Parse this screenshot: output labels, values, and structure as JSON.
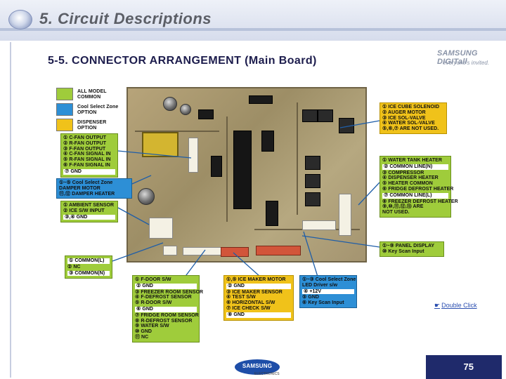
{
  "header": {
    "title": "5. Circuit Descriptions"
  },
  "section_title": "5-5. CONNECTOR ARRANGEMENT (Main Board)",
  "brand": {
    "name": "SAMSUNG DIGITall",
    "tagline": "everyone's invited."
  },
  "colors": {
    "green": "#9fcc3b",
    "blue": "#2d8fd6",
    "yellow": "#f0c21a",
    "header_bg": "#d6dcec",
    "page_box": "#1f2a6b"
  },
  "legend": [
    {
      "color": "green",
      "label_1": "ALL MODEL",
      "label_2": "COMMON"
    },
    {
      "color": "blue",
      "label_1": "Cool Select Zone",
      "label_2": "OPTION"
    },
    {
      "color": "yellow",
      "label_1": "DISPENSER",
      "label_2": "OPTION"
    }
  ],
  "callouts": {
    "fan": [
      "① C-FAN OUTPUT",
      "② R-FAN OUTPUT",
      "③ F-FAN OUTPUT",
      "④ C-FAN SIGNAL IN",
      "⑤ R-FAN SIGNAL IN",
      "⑥ F-FAN SIGNAL IN",
      "⑦ GND"
    ],
    "damper": [
      "①~⑤ Cool Select Zone",
      "DAMPER MOTOR",
      "⑪,⑫ DAMPER HEATER"
    ],
    "ambient": [
      "① AMBIENT SENSOR",
      "② ICE S/W INPUT",
      "③,④ GND"
    ],
    "common": [
      "① COMMON(L)",
      "② NC",
      "③ COMMON(N)"
    ],
    "door": [
      "① F-DOOR S/W",
      "② GND",
      "③ FREEZER ROOM SENSOR",
      "④ F-DEFROST SENSOR",
      "⑤ R-DOOR S/W",
      "⑥ GND",
      "⑦ FRIDGE ROOM SENSOR",
      "⑧ R-DEFROST SENSOR",
      "⑨ WATER S/W",
      "⑩ GND",
      "⑪ NC"
    ],
    "icemaker": [
      "①,⑤ ICE MAKER MOTOR",
      "② GND",
      "③ ICE MAKER SENSOR",
      "④ TEST S/W",
      "⑥ HORIZONTAL S/W",
      "⑦ ICE CHECK S/W",
      "⑧ GND"
    ],
    "led": [
      "①~③ Cool Select Zone",
      "LED Driver s/w",
      "④ +12V",
      "⑤ GND",
      "⑥ Key Scan Input"
    ],
    "solenoid": [
      "① ICE CUBE SOLENOID",
      "② AUGER MOTOR",
      "③ ICE SOL-VALVE",
      "④ WATER SOL-VALVE",
      "⑤,⑥,⑦ ARE NOT USED."
    ],
    "heater": [
      "① WATER TANK HEATER",
      "② COMMON LINE(N)",
      "③ COMPRESSOR",
      "④ DISPENSER HEATER",
      "⑤ HEATER COMMON",
      "⑥ FRIDGE DEFROST HEATER",
      "⑦ COMMON LINE(L)",
      "⑧ FREEZER DEFROST HEATER",
      "⑨,⑩,⑪,⑫,⑬ ARE",
      "NOT USED."
    ],
    "panel": [
      "①~⑨ PANEL DISPLAY",
      "⑩ Key Scan Input"
    ]
  },
  "double_click": "Double Click",
  "footer": {
    "logo": "SAMSUNG",
    "sub": "ELECTRONICS",
    "page_number": "75"
  }
}
